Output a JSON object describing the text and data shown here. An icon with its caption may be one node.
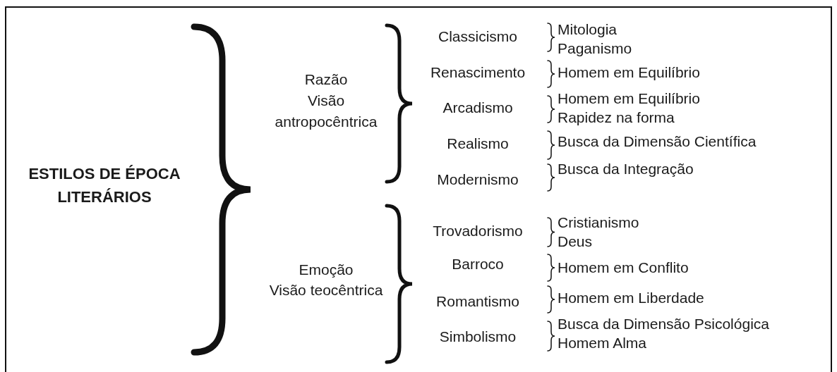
{
  "diagram": {
    "labels": [
      "ESTILOS DE ÉPOCA",
      "LITERÁRIOS",
      "Razão",
      "Visão",
      "antropocêntrica",
      "Classicismo",
      "Mitologia",
      "Paganismo",
      "Renascimento",
      "Homem em Equilíbrio",
      "Arcadismo",
      "Homem em Equilíbrio",
      "Rapidez na forma",
      "Realismo",
      "Busca da Dimensão Científica",
      "Modernismo",
      "Busca da Integração",
      "Emoção",
      "Visão teocêntrica",
      "Trovadorismo",
      "Cristianismo",
      "Deus",
      "Barroco",
      "Homem em Conflito",
      "Romantismo",
      "Homem em Liberdade",
      "Simbolismo",
      "Busca da Dimensão Psicológica",
      "Homem Alma"
    ]
  }
}
